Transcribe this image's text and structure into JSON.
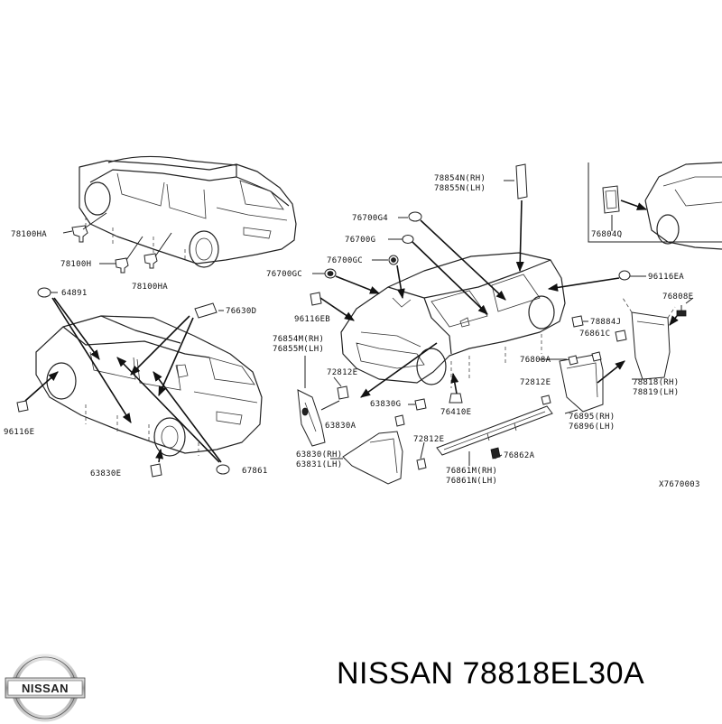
{
  "labels": {
    "l_78100HA": "78100HA",
    "l_78100H": "78100H",
    "l_78100HA_b": "78100HA",
    "l_64891": "64891",
    "l_76630D": "76630D",
    "l_96116E": "96116E",
    "l_63830E": "63830E",
    "l_67861": "67861",
    "l_76700G4": "76700G4",
    "l_76700G": "76700G",
    "l_76700GC_a": "76700GC",
    "l_76700GC_b": "76700GC",
    "l_96116EB": "96116EB",
    "l_76854M": "76854M(RH)",
    "l_76855M": "76855M(LH)",
    "l_72812E_a": "72812E",
    "l_63830G": "63830G",
    "l_76410E": "76410E",
    "l_63830A_a": "63830A",
    "l_63830": "63830(RH)",
    "l_63831": "63831(LH)",
    "l_72812E_b": "72812E",
    "l_76861M": "76861M(RH)",
    "l_76861N": "76861N(LH)",
    "l_76862A": "76862A",
    "l_78854N": "78854N(RH)",
    "l_78855N": "78855N(LH)",
    "l_76804Q": "76804Q",
    "l_96116EA": "96116EA",
    "l_76808E": "76808E",
    "l_78884J": "78884J",
    "l_76861C": "76861C",
    "l_76808A": "76808A",
    "l_72812E_c": "72812E",
    "l_78818": "78818(RH)",
    "l_78819": "78819(LH)",
    "l_76895": "76895(RH)",
    "l_76896": "76896(LH)",
    "l_ref": "X7670003"
  },
  "footer": {
    "part_number": "NISSAN 78818EL30A",
    "logo_text": "NISSAN"
  },
  "icons": {
    "logo": "nissan-logo"
  }
}
